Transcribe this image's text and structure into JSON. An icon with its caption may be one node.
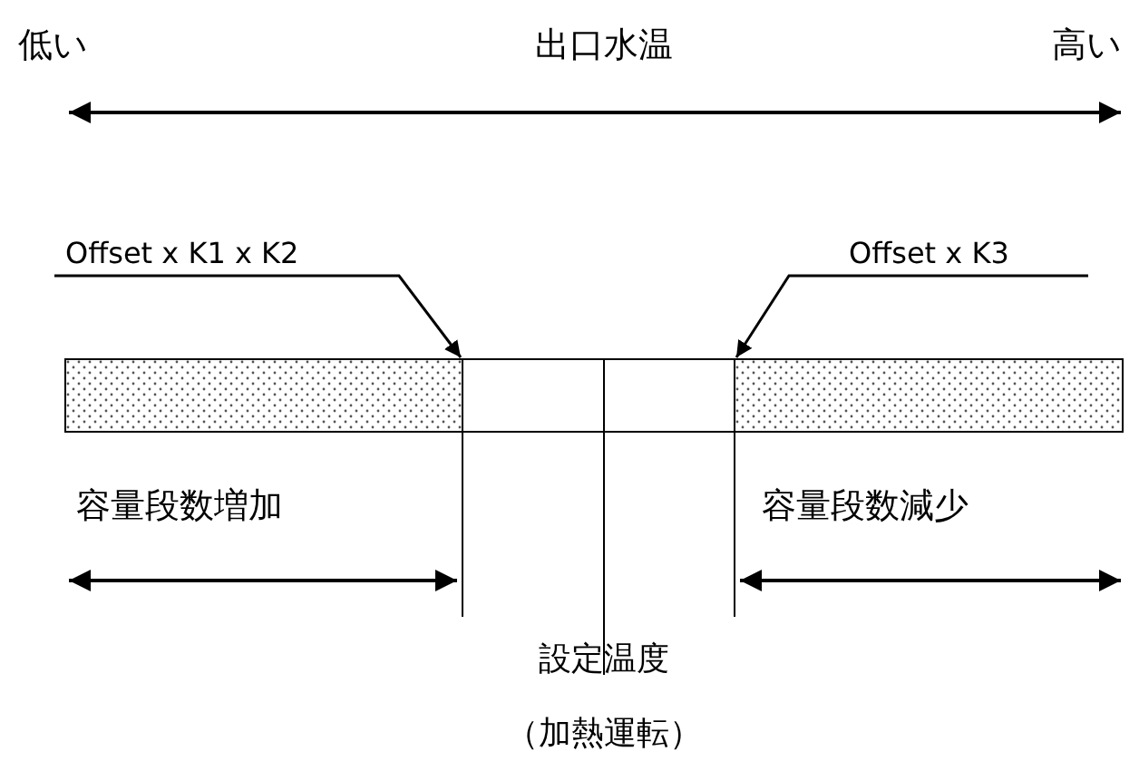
{
  "diagram": {
    "nodes": [
      {
        "text": [
          "Offset x K1 x K2"
        ]
      },
      {
        "text": [
          "Offset x K3"
        ]
      },
      {
        "text": [],
        "shape": "box"
      },
      {
        "text": [],
        "shape": "box"
      },
      {
        "text": [],
        "shape": "box"
      },
      {
        "text": [],
        "shape": "box"
      }
    ],
    "edges": [
      {
        "from": 0,
        "to": 3,
        "arrow": "to"
      },
      {
        "from": 1,
        "to": 4,
        "arrow": "to"
      }
    ],
    "labels": [
      "低い",
      "出口水温",
      "高い",
      "容量段数増加",
      "容量段数減少",
      "設定温度",
      "（加熱運転）"
    ]
  }
}
